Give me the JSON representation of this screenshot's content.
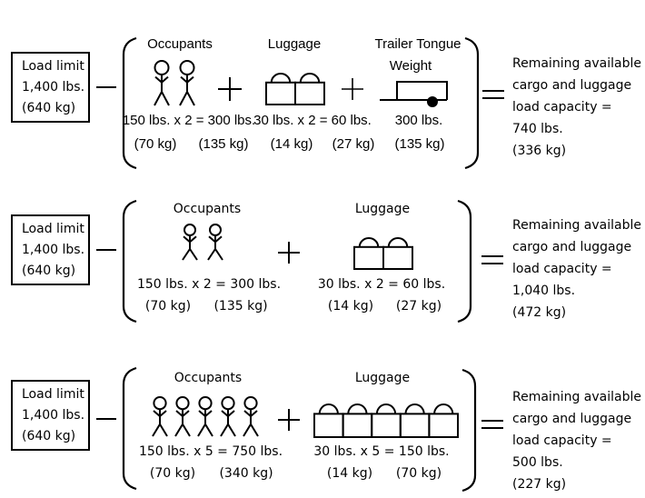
{
  "title": "Vehicle load capacity calculation examples",
  "colors": {
    "ink": "#000000",
    "background": "#ffffff"
  },
  "operators": {
    "minus": "minus-sign",
    "plus": "plus-sign",
    "equals": "equals-sign"
  },
  "examples": [
    {
      "load_limit": {
        "line1": "Load limit",
        "line2": "1,400 lbs.",
        "line3": "(640 kg)"
      },
      "occupants": {
        "label": "Occupants",
        "count": 2,
        "icon": "stick-figure-icon",
        "calc": "150 lbs. x 2 = 300 lbs.",
        "kg_each": "(70 kg)",
        "kg_total": "(135 kg)"
      },
      "luggage": {
        "label": "Luggage",
        "count": 2,
        "icon": "luggage-icon",
        "calc": "30 lbs. x 2 = 60 lbs.",
        "kg_each": "(14 kg)",
        "kg_total": "(27 kg)"
      },
      "trailer": {
        "label_line1": "Trailer Tongue",
        "label_line2": "Weight",
        "icon": "trailer-icon",
        "calc": "300 lbs.",
        "kg_total": "(135 kg)"
      },
      "result": {
        "line1": "Remaining available",
        "line2": "cargo and luggage",
        "line3": "load capacity =",
        "line4": "740 lbs.",
        "line5": "(336 kg)"
      }
    },
    {
      "load_limit": {
        "line1": "Load limit",
        "line2": "1,400 lbs.",
        "line3": "(640 kg)"
      },
      "occupants": {
        "label": "Occupants",
        "count": 2,
        "icon": "stick-figure-icon",
        "calc": "150 lbs. x 2 = 300 lbs.",
        "kg_each": "(70 kg)",
        "kg_total": "(135 kg)"
      },
      "luggage": {
        "label": "Luggage",
        "count": 2,
        "icon": "luggage-icon",
        "calc": "30 lbs. x 2 = 60 lbs.",
        "kg_each": "(14 kg)",
        "kg_total": "(27 kg)"
      },
      "result": {
        "line1": "Remaining available",
        "line2": "cargo and luggage",
        "line3": "load capacity =",
        "line4": "1,040 lbs.",
        "line5": "(472 kg)"
      }
    },
    {
      "load_limit": {
        "line1": "Load limit",
        "line2": "1,400 lbs.",
        "line3": "(640 kg)"
      },
      "occupants": {
        "label": "Occupants",
        "count": 5,
        "icon": "stick-figure-icon",
        "calc": "150 lbs. x 5 = 750 lbs.",
        "kg_each": "(70 kg)",
        "kg_total": "(340 kg)"
      },
      "luggage": {
        "label": "Luggage",
        "count": 5,
        "icon": "luggage-icon",
        "calc": "30 lbs. x 5 = 150 lbs.",
        "kg_each": "(14 kg)",
        "kg_total": "(70 kg)"
      },
      "result": {
        "line1": "Remaining available",
        "line2": "cargo and luggage",
        "line3": "load capacity =",
        "line4": "500 lbs.",
        "line5": "(227 kg)"
      }
    }
  ]
}
